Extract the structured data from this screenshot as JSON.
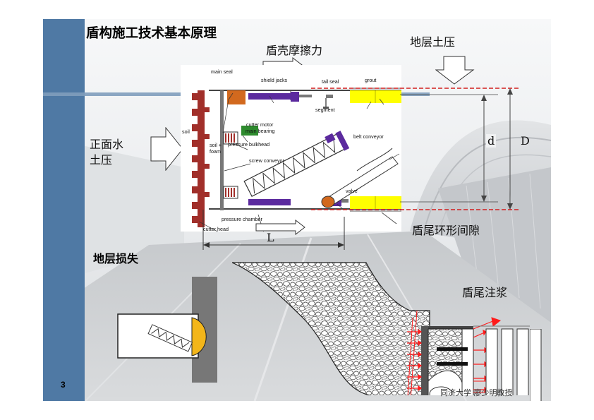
{
  "slide": {
    "title": "盾构施工技术基本原理",
    "page_number": "3",
    "footer": "同济大学 廖少明教授",
    "section2_title": "地层损失"
  },
  "top_labels": {
    "shell_friction": "盾壳摩擦力",
    "earth_pressure": "地层土压",
    "face_pressure_line1": "正面水",
    "face_pressure_line2": "土压",
    "tail_gap": "盾尾环形间隙",
    "dim_d": "d",
    "dim_D": "D",
    "dim_L": "L"
  },
  "tbm_labels": {
    "main_seal": "main seal",
    "shield_jacks": "shield jacks",
    "tail_seal": "tail seal",
    "grout": "grout",
    "segment": "segment",
    "cutter_motor": "cutter motor",
    "main_bearing": "main bearing",
    "soil": "soil",
    "soil_foam_1": "soil +",
    "soil_foam_2": "foam",
    "pressure_bulkhead": "pressure bulkhead",
    "belt_conveyor": "belt conveyor",
    "screw_conveyor": "screw conveyor",
    "valve": "valve",
    "pressure_chamber": "pressure chamber",
    "cutter_head": "cutter head"
  },
  "bottom_labels": {
    "tail_grouting": "盾尾注浆"
  },
  "colors": {
    "sidebar": "#4f79a4",
    "cutter_head": "#a12f2a",
    "segment_yellow": "#ffff00",
    "jack_purple": "#5b2a9e",
    "motor_green": "#2e8b2e",
    "seal_orange": "#d2691e",
    "dashed_red": "#d21e1e",
    "grout_red": "#ff1a1a",
    "face_yellow": "#f3b61a"
  }
}
